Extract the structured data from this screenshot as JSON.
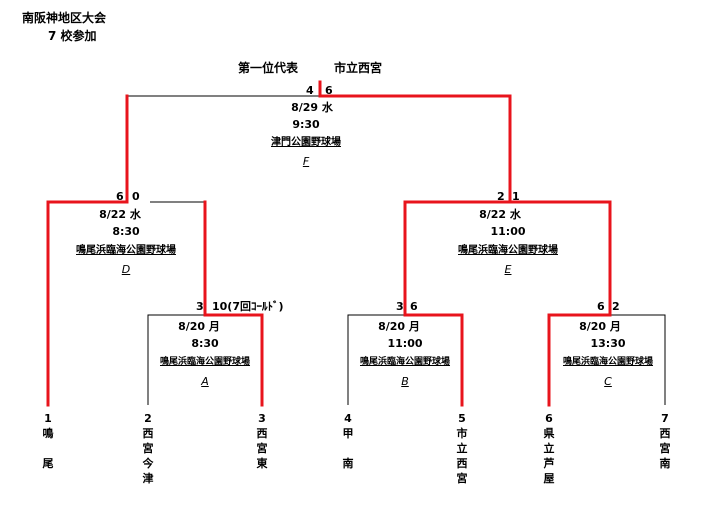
{
  "header": {
    "title": "南阪神地区大会",
    "subtitle": "7 校参加"
  },
  "champion": {
    "label": "第一位代表",
    "team": "市立西宮"
  },
  "colors": {
    "winner_line": "#e8141c",
    "line": "#000000"
  },
  "matches": {
    "F": {
      "score_left": "4",
      "score_right": "6",
      "date": "8/29",
      "day": "水",
      "time": "9:30",
      "venue": "津門公園野球場",
      "code": "F"
    },
    "D": {
      "score_left": "6",
      "score_right": "0",
      "date": "8/22",
      "day": "水",
      "time": "8:30",
      "venue": "鳴尾浜臨海公園野球場",
      "code": "D"
    },
    "E": {
      "score_left": "2",
      "score_right": "1",
      "date": "8/22",
      "day": "水",
      "time": "11:00",
      "venue": "鳴尾浜臨海公園野球場",
      "code": "E"
    },
    "A": {
      "score_left": "3",
      "score_right": "10(7回ｺｰﾙﾄﾞ)",
      "date": "8/20",
      "day": "月",
      "time": "8:30",
      "venue": "鳴尾浜臨海公園野球場",
      "code": "A"
    },
    "B": {
      "score_left": "3",
      "score_right": "6",
      "date": "8/20",
      "day": "月",
      "time": "11:00",
      "venue": "鳴尾浜臨海公園野球場",
      "code": "B"
    },
    "C": {
      "score_left": "6",
      "score_right": "2",
      "date": "8/20",
      "day": "月",
      "time": "13:30",
      "venue": "鳴尾浜臨海公園野球場",
      "code": "C"
    }
  },
  "teams": [
    {
      "num": "1",
      "chars": [
        "鳴",
        "",
        "尾"
      ]
    },
    {
      "num": "2",
      "chars": [
        "西",
        "宮",
        "今",
        "津"
      ]
    },
    {
      "num": "3",
      "chars": [
        "西",
        "宮",
        "東"
      ]
    },
    {
      "num": "4",
      "chars": [
        "甲",
        "",
        "南"
      ]
    },
    {
      "num": "5",
      "chars": [
        "市",
        "立",
        "西",
        "宮"
      ]
    },
    {
      "num": "6",
      "chars": [
        "県",
        "立",
        "芦",
        "屋"
      ]
    },
    {
      "num": "7",
      "chars": [
        "西",
        "宮",
        "南"
      ]
    }
  ]
}
